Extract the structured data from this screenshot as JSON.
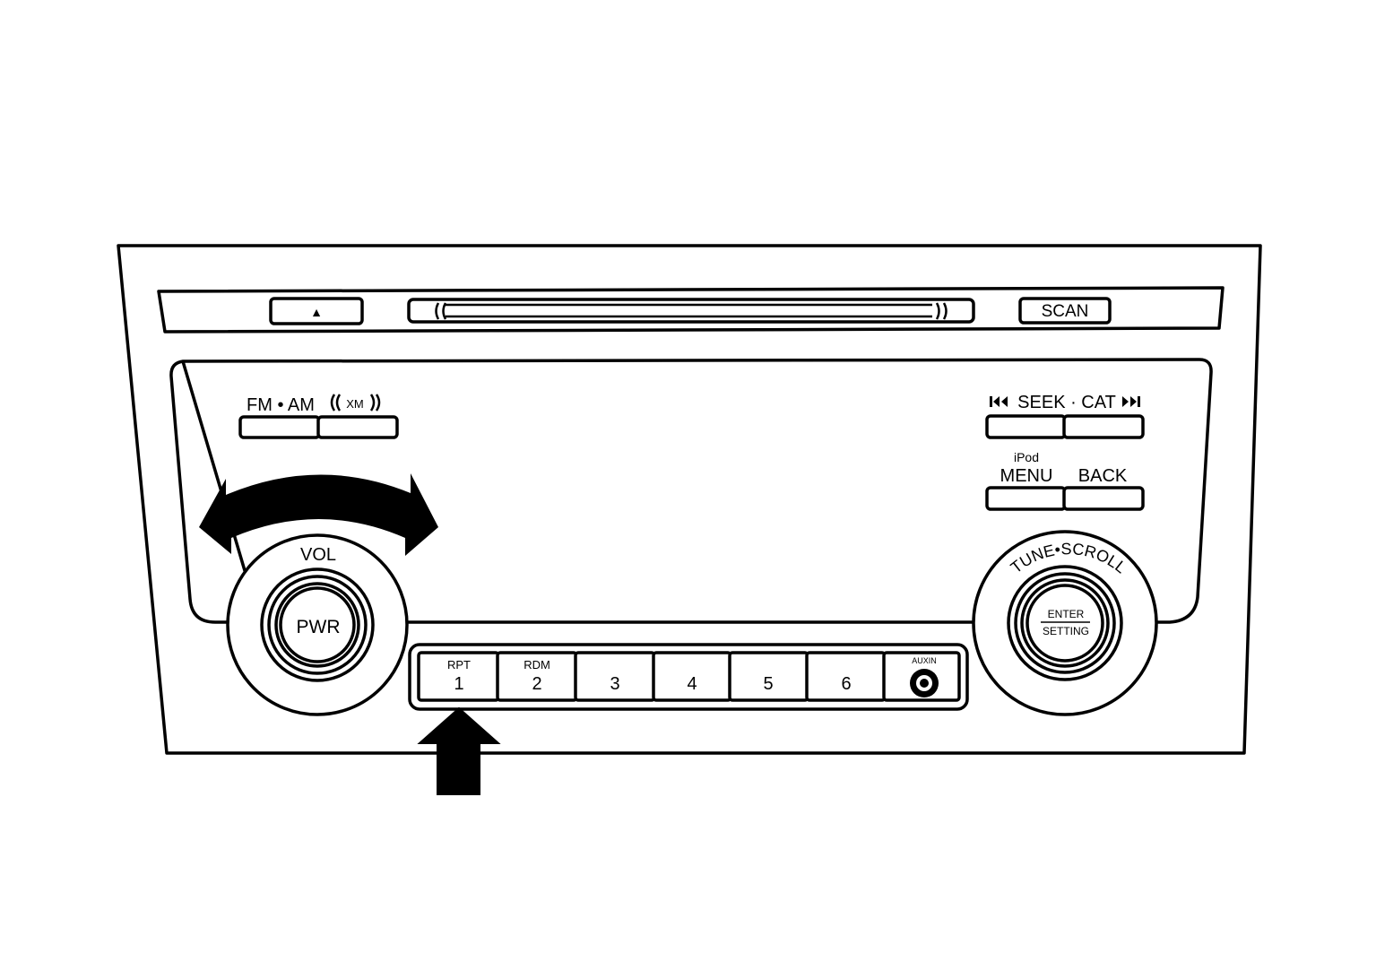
{
  "top_strip": {
    "eject_symbol": "▲",
    "scan_label": "SCAN"
  },
  "source_buttons": {
    "fm_am_label": "FM • AM",
    "xm_label": "XM"
  },
  "seek_cat": {
    "label": "SEEK · CAT",
    "prev_icon": "skip-back-icon",
    "next_icon": "skip-forward-icon"
  },
  "menu_back": {
    "ipod_label": "iPod",
    "menu_label": "MENU",
    "back_label": "BACK"
  },
  "vol_knob": {
    "vol_label": "VOL",
    "pwr_label": "PWR"
  },
  "tune_knob": {
    "ring_label": "TUNE•SCROLL",
    "enter_label": "ENTER",
    "setting_label": "SETTING"
  },
  "presets": [
    {
      "top": "RPT",
      "number": "1"
    },
    {
      "top": "RDM",
      "number": "2"
    },
    {
      "top": "",
      "number": "3"
    },
    {
      "top": "",
      "number": "4"
    },
    {
      "top": "",
      "number": "5"
    },
    {
      "top": "",
      "number": "6"
    }
  ],
  "aux": {
    "label": "AUXIN"
  },
  "callout": {
    "target": "preset-1-rpt",
    "icon": "up-arrow-icon"
  }
}
